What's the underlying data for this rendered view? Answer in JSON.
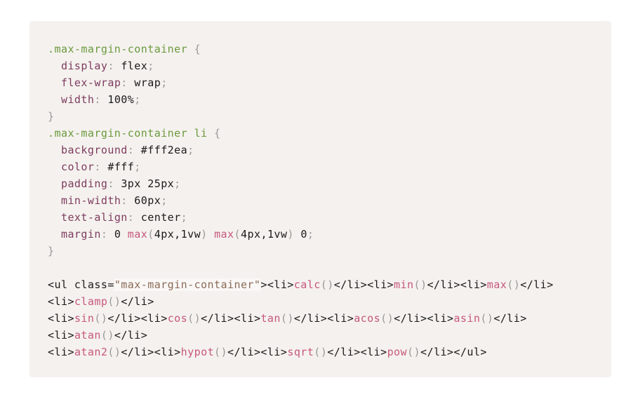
{
  "colors": {
    "background": "#f4f1ee",
    "selector": "#6b9a3e",
    "property": "#7d3c5f",
    "function": "#c7587d",
    "string": "#8c6a57",
    "punctuation": "#9a9a9a"
  },
  "code_lines": [
    [
      [
        "sel",
        ".max-margin-container"
      ],
      [
        "punc",
        " {"
      ]
    ],
    [
      [
        "val",
        "  "
      ],
      [
        "prop",
        "display"
      ],
      [
        "punc",
        ": "
      ],
      [
        "val",
        "flex"
      ],
      [
        "punc",
        ";"
      ]
    ],
    [
      [
        "val",
        "  "
      ],
      [
        "prop",
        "flex-wrap"
      ],
      [
        "punc",
        ": "
      ],
      [
        "val",
        "wrap"
      ],
      [
        "punc",
        ";"
      ]
    ],
    [
      [
        "val",
        "  "
      ],
      [
        "prop",
        "width"
      ],
      [
        "punc",
        ": "
      ],
      [
        "val",
        "100%"
      ],
      [
        "punc",
        ";"
      ]
    ],
    [
      [
        "punc",
        "}"
      ]
    ],
    [
      [
        "sel",
        ".max-margin-container li"
      ],
      [
        "punc",
        " {"
      ]
    ],
    [
      [
        "val",
        "  "
      ],
      [
        "prop",
        "background"
      ],
      [
        "punc",
        ": "
      ],
      [
        "val",
        "#fff2ea"
      ],
      [
        "punc",
        ";"
      ]
    ],
    [
      [
        "val",
        "  "
      ],
      [
        "prop",
        "color"
      ],
      [
        "punc",
        ": "
      ],
      [
        "val",
        "#fff"
      ],
      [
        "punc",
        ";"
      ]
    ],
    [
      [
        "val",
        "  "
      ],
      [
        "prop",
        "padding"
      ],
      [
        "punc",
        ": "
      ],
      [
        "val",
        "3px 25px"
      ],
      [
        "punc",
        ";"
      ]
    ],
    [
      [
        "val",
        "  "
      ],
      [
        "prop",
        "min-width"
      ],
      [
        "punc",
        ": "
      ],
      [
        "val",
        "60px"
      ],
      [
        "punc",
        ";"
      ]
    ],
    [
      [
        "val",
        "  "
      ],
      [
        "prop",
        "text-align"
      ],
      [
        "punc",
        ": "
      ],
      [
        "val",
        "center"
      ],
      [
        "punc",
        ";"
      ]
    ],
    [
      [
        "val",
        "  "
      ],
      [
        "prop",
        "margin"
      ],
      [
        "punc",
        ": "
      ],
      [
        "val",
        "0 "
      ],
      [
        "fn",
        "max"
      ],
      [
        "punc",
        "("
      ],
      [
        "val",
        "4px,1vw"
      ],
      [
        "punc",
        ")"
      ],
      [
        "val",
        " "
      ],
      [
        "fn",
        "max"
      ],
      [
        "punc",
        "("
      ],
      [
        "val",
        "4px,1vw"
      ],
      [
        "punc",
        ")"
      ],
      [
        "val",
        " 0"
      ],
      [
        "punc",
        ";"
      ]
    ],
    [
      [
        "punc",
        "}"
      ]
    ],
    [],
    [
      [
        "tag",
        "<ul class="
      ],
      [
        "str",
        "\"max-margin-container\""
      ],
      [
        "tag",
        "><li>"
      ],
      [
        "fn",
        "calc"
      ],
      [
        "punc",
        "()"
      ],
      [
        "tag",
        "</li><li>"
      ],
      [
        "fn",
        "min"
      ],
      [
        "punc",
        "()"
      ],
      [
        "tag",
        "</li><li>"
      ],
      [
        "fn",
        "max"
      ],
      [
        "punc",
        "()"
      ],
      [
        "tag",
        "</li>"
      ]
    ],
    [
      [
        "tag",
        "<li>"
      ],
      [
        "fn",
        "clamp"
      ],
      [
        "punc",
        "()"
      ],
      [
        "tag",
        "</li>"
      ]
    ],
    [
      [
        "tag",
        "<li>"
      ],
      [
        "fn",
        "sin"
      ],
      [
        "punc",
        "()"
      ],
      [
        "tag",
        "</li><li>"
      ],
      [
        "fn",
        "cos"
      ],
      [
        "punc",
        "()"
      ],
      [
        "tag",
        "</li><li>"
      ],
      [
        "fn",
        "tan"
      ],
      [
        "punc",
        "()"
      ],
      [
        "tag",
        "</li><li>"
      ],
      [
        "fn",
        "acos"
      ],
      [
        "punc",
        "()"
      ],
      [
        "tag",
        "</li><li>"
      ],
      [
        "fn",
        "asin"
      ],
      [
        "punc",
        "()"
      ],
      [
        "tag",
        "</li>"
      ]
    ],
    [
      [
        "tag",
        "<li>"
      ],
      [
        "fn",
        "atan"
      ],
      [
        "punc",
        "()"
      ],
      [
        "tag",
        "</li>"
      ]
    ],
    [
      [
        "tag",
        "<li>"
      ],
      [
        "fn",
        "atan2"
      ],
      [
        "punc",
        "()"
      ],
      [
        "tag",
        "</li><li>"
      ],
      [
        "fn",
        "hypot"
      ],
      [
        "punc",
        "()"
      ],
      [
        "tag",
        "</li><li>"
      ],
      [
        "fn",
        "sqrt"
      ],
      [
        "punc",
        "()"
      ],
      [
        "tag",
        "</li><li>"
      ],
      [
        "fn",
        "pow"
      ],
      [
        "punc",
        "()"
      ],
      [
        "tag",
        "</li></ul>"
      ]
    ]
  ]
}
